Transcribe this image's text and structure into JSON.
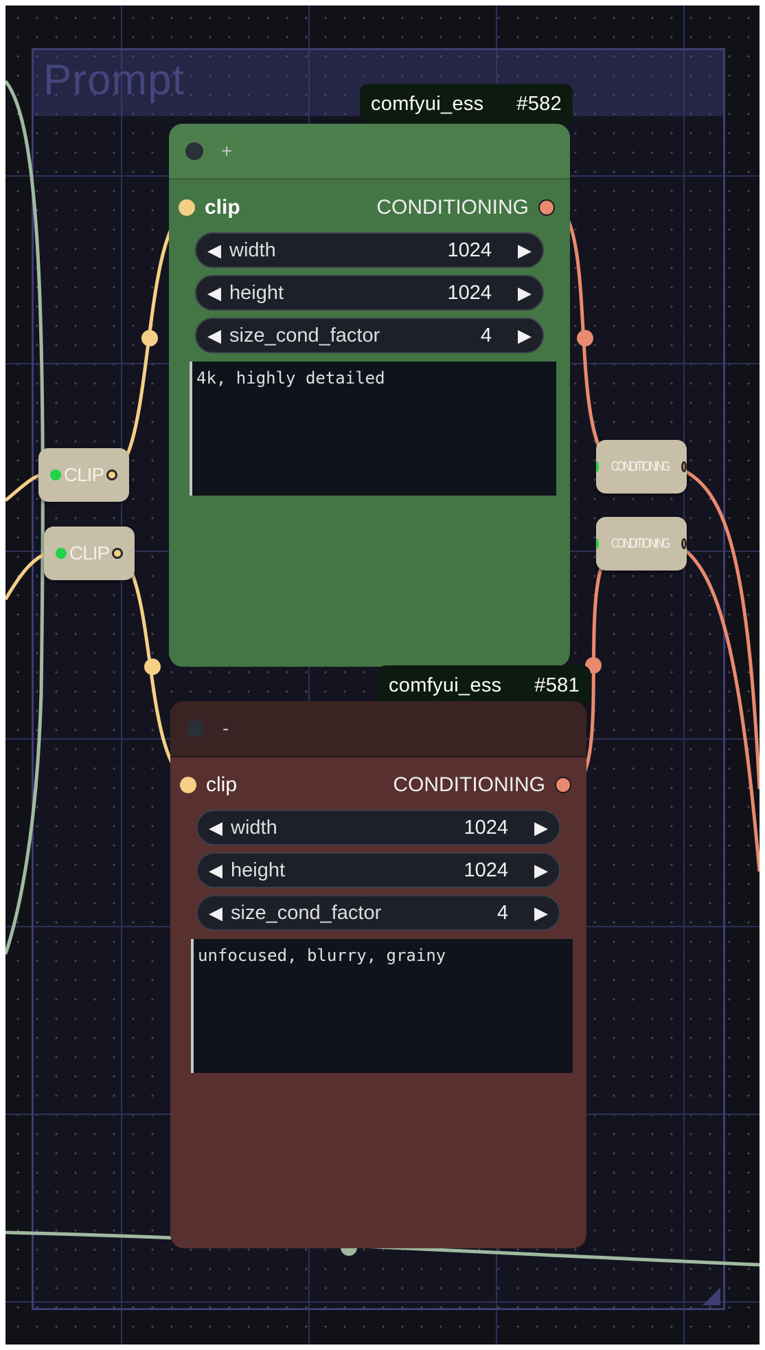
{
  "group": {
    "title": "Prompt"
  },
  "colors": {
    "positive_node": "#447544",
    "negative_node": "#57302f",
    "clip_wire": "#f5cf86",
    "conditioning_wire": "#e88a6e",
    "model_wire": "#9fbaa0"
  },
  "nodes": [
    {
      "title_prefix": "comfyui_ess",
      "id": "#582",
      "header_symbol": "+",
      "input_label": "clip",
      "output_label": "CONDITIONING",
      "widgets": [
        {
          "label": "width",
          "value": "1024"
        },
        {
          "label": "height",
          "value": "1024"
        },
        {
          "label": "size_cond_factor",
          "value": "4"
        }
      ],
      "text": "4k, highly detailed"
    },
    {
      "title_prefix": "comfyui_ess",
      "id": "#581",
      "header_symbol": "-",
      "input_label": "clip",
      "output_label": "CONDITIONING",
      "widgets": [
        {
          "label": "width",
          "value": "1024"
        },
        {
          "label": "height",
          "value": "1024"
        },
        {
          "label": "size_cond_factor",
          "value": "4"
        }
      ],
      "text": "unfocused, blurry, grainy"
    }
  ],
  "reroutes": {
    "clip_label": "CLIP",
    "conditioning_label": "CONDITIONING"
  },
  "icons": {
    "left_arrow": "◀",
    "right_arrow": "▶"
  }
}
